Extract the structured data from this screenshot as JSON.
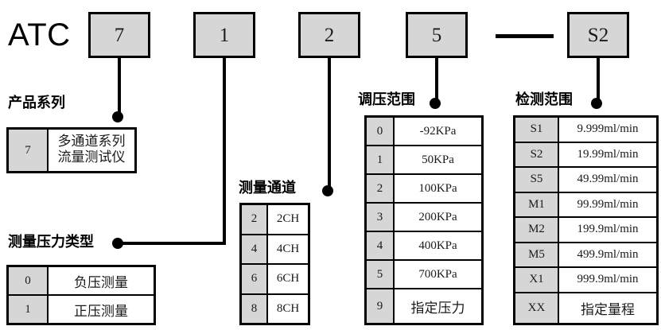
{
  "title_code": {
    "brand": "ATC",
    "boxes": [
      {
        "name": "series",
        "value": "7"
      },
      {
        "name": "pressure-type",
        "value": "1"
      },
      {
        "name": "channel",
        "value": "2"
      },
      {
        "name": "pressure-range",
        "value": "5"
      },
      {
        "name": "detection-range",
        "value": "S2"
      }
    ],
    "separator": "—"
  },
  "sections": {
    "product_series": {
      "label": "产品系列",
      "rows": [
        {
          "code": "7",
          "value_line1": "多通道系列",
          "value_line2": "流量测试仪"
        }
      ]
    },
    "pressure_type": {
      "label": "测量压力类型",
      "rows": [
        {
          "code": "0",
          "value": "负压测量"
        },
        {
          "code": "1",
          "value": "正压测量"
        }
      ]
    },
    "measure_channel": {
      "label": "测量通道",
      "rows": [
        {
          "code": "2",
          "value": "2CH"
        },
        {
          "code": "4",
          "value": "4CH"
        },
        {
          "code": "6",
          "value": "6CH"
        },
        {
          "code": "8",
          "value": "8CH"
        }
      ]
    },
    "pressure_range": {
      "label": "调压范围",
      "rows": [
        {
          "code": "0",
          "value": "-92KPa"
        },
        {
          "code": "1",
          "value": "50KPa"
        },
        {
          "code": "2",
          "value": "100KPa"
        },
        {
          "code": "3",
          "value": "200KPa"
        },
        {
          "code": "4",
          "value": "400KPa"
        },
        {
          "code": "5",
          "value": "700KPa"
        },
        {
          "code": "9",
          "value": "指定压力"
        }
      ]
    },
    "detection_range": {
      "label": "检测范围",
      "rows": [
        {
          "code": "S1",
          "value": "9.999ml/min"
        },
        {
          "code": "S2",
          "value": "19.99ml/min"
        },
        {
          "code": "S5",
          "value": "49.99ml/min"
        },
        {
          "code": "M1",
          "value": "99.99ml/min"
        },
        {
          "code": "M2",
          "value": "199.9ml/min"
        },
        {
          "code": "M5",
          "value": "499.9ml/min"
        },
        {
          "code": "X1",
          "value": "999.9ml/min"
        },
        {
          "code": "XX",
          "value": "指定量程"
        }
      ]
    }
  },
  "colors": {
    "code_cell_fill": "#d6d6d6",
    "line": "#000000",
    "background": "#ffffff"
  }
}
